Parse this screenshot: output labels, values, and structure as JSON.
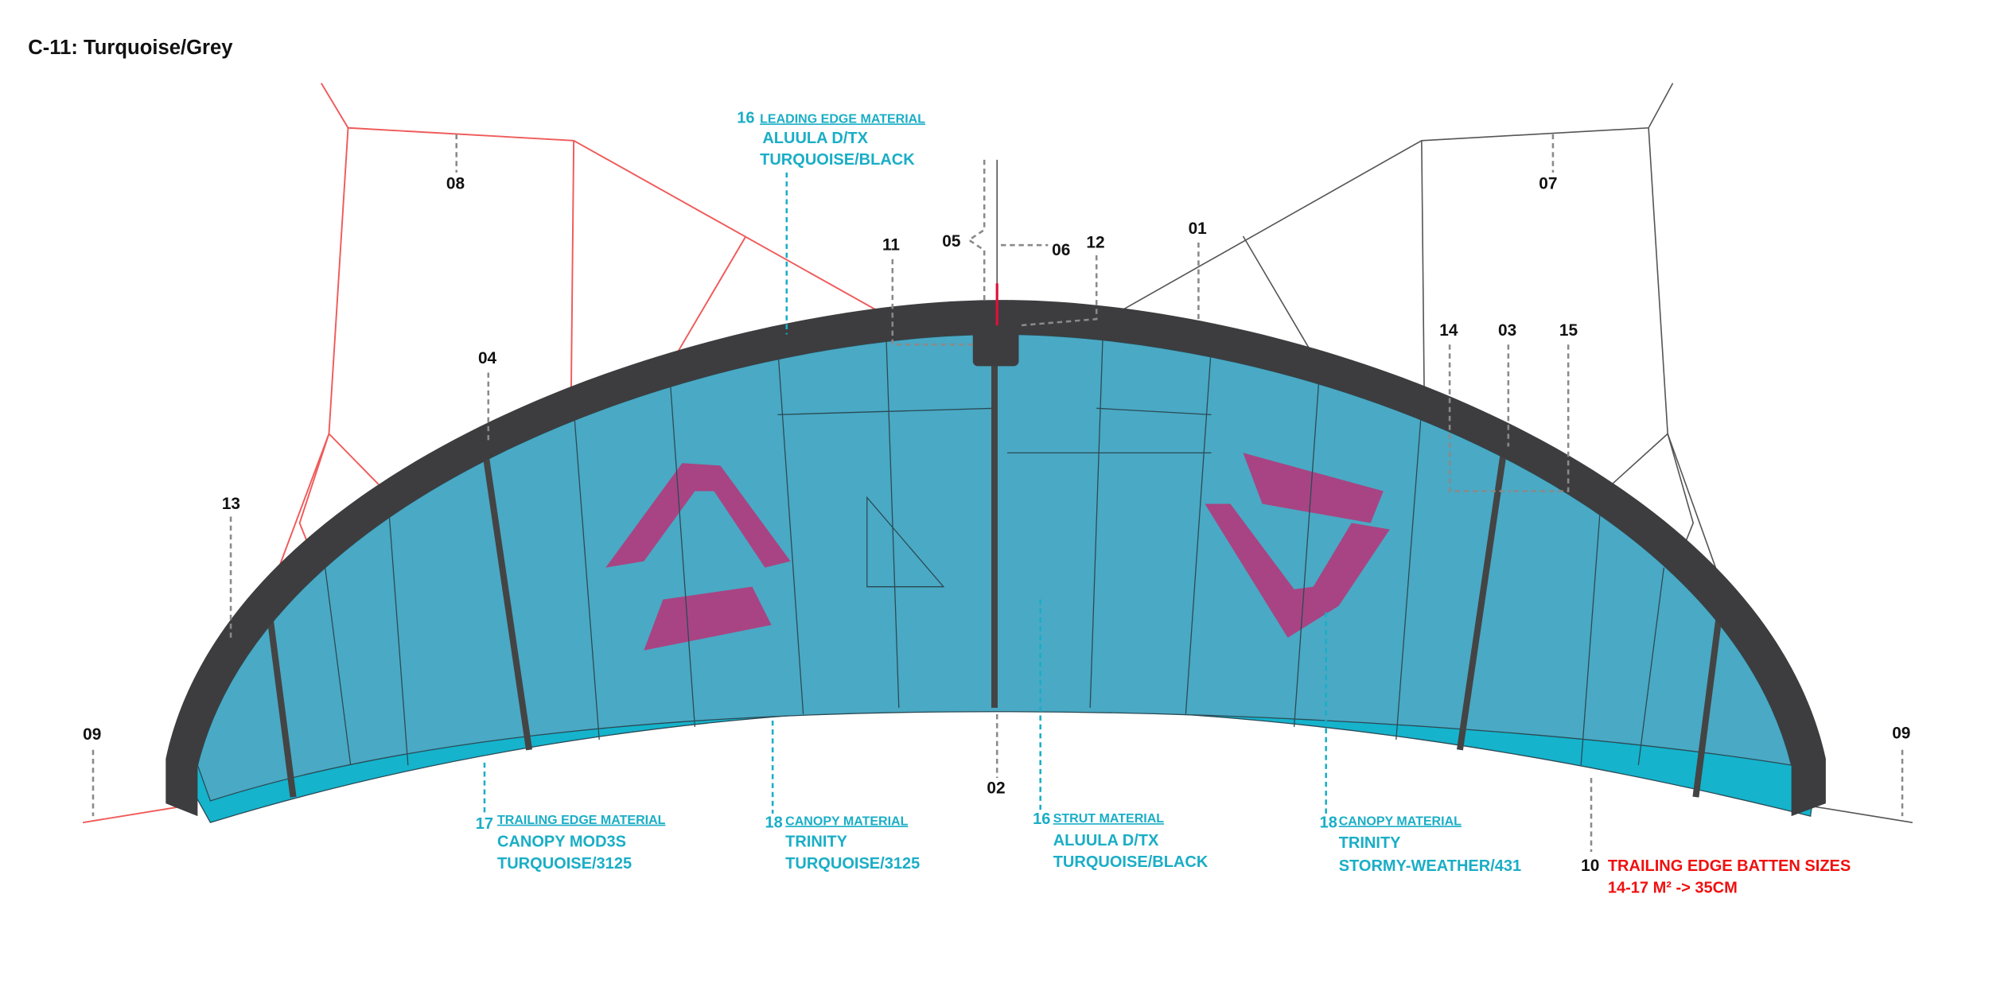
{
  "title": "C-11: Turquoise/Grey",
  "colors": {
    "canopy": "#4aa9c4",
    "trailing_band": "#15b3cc",
    "tube": "#3d3d3f",
    "accent_magenta": "#b2387c",
    "label_cyan": "#1aaec6",
    "warning_red": "#f01010"
  },
  "callouts": {
    "c01": "01",
    "c02": "02",
    "c03": "03",
    "c04": "04",
    "c05": "05",
    "c06": "06",
    "c07": "07",
    "c08": "08",
    "c09_left": "09",
    "c09_right": "09",
    "c10": "10",
    "c11": "11",
    "c12": "12",
    "c13": "13",
    "c14": "14",
    "c15": "15"
  },
  "materials": {
    "leading_edge": {
      "num": "16",
      "heading": "LEADING EDGE MATERIAL",
      "line1": "ALUULA D/TX",
      "line2": "TURQUOISE/BLACK"
    },
    "trailing_edge": {
      "num": "17",
      "heading": "TRAILING EDGE MATERIAL",
      "line1": "CANOPY MOD3S",
      "line2": "TURQUOISE/3125"
    },
    "canopy_left": {
      "num": "18",
      "heading": "CANOPY MATERIAL",
      "line1": "TRINITY",
      "line2": "TURQUOISE/3125"
    },
    "strut": {
      "num": "16",
      "heading": "STRUT MATERIAL",
      "line1": "ALUULA D/TX",
      "line2": "TURQUOISE/BLACK"
    },
    "canopy_right": {
      "num": "18",
      "heading": "CANOPY MATERIAL",
      "line1": "TRINITY",
      "line2": "STORMY-WEATHER/431"
    }
  },
  "batten_note": {
    "heading": "TRAILING EDGE BATTEN SIZES",
    "line1": "14-17 M² -> 35CM"
  }
}
